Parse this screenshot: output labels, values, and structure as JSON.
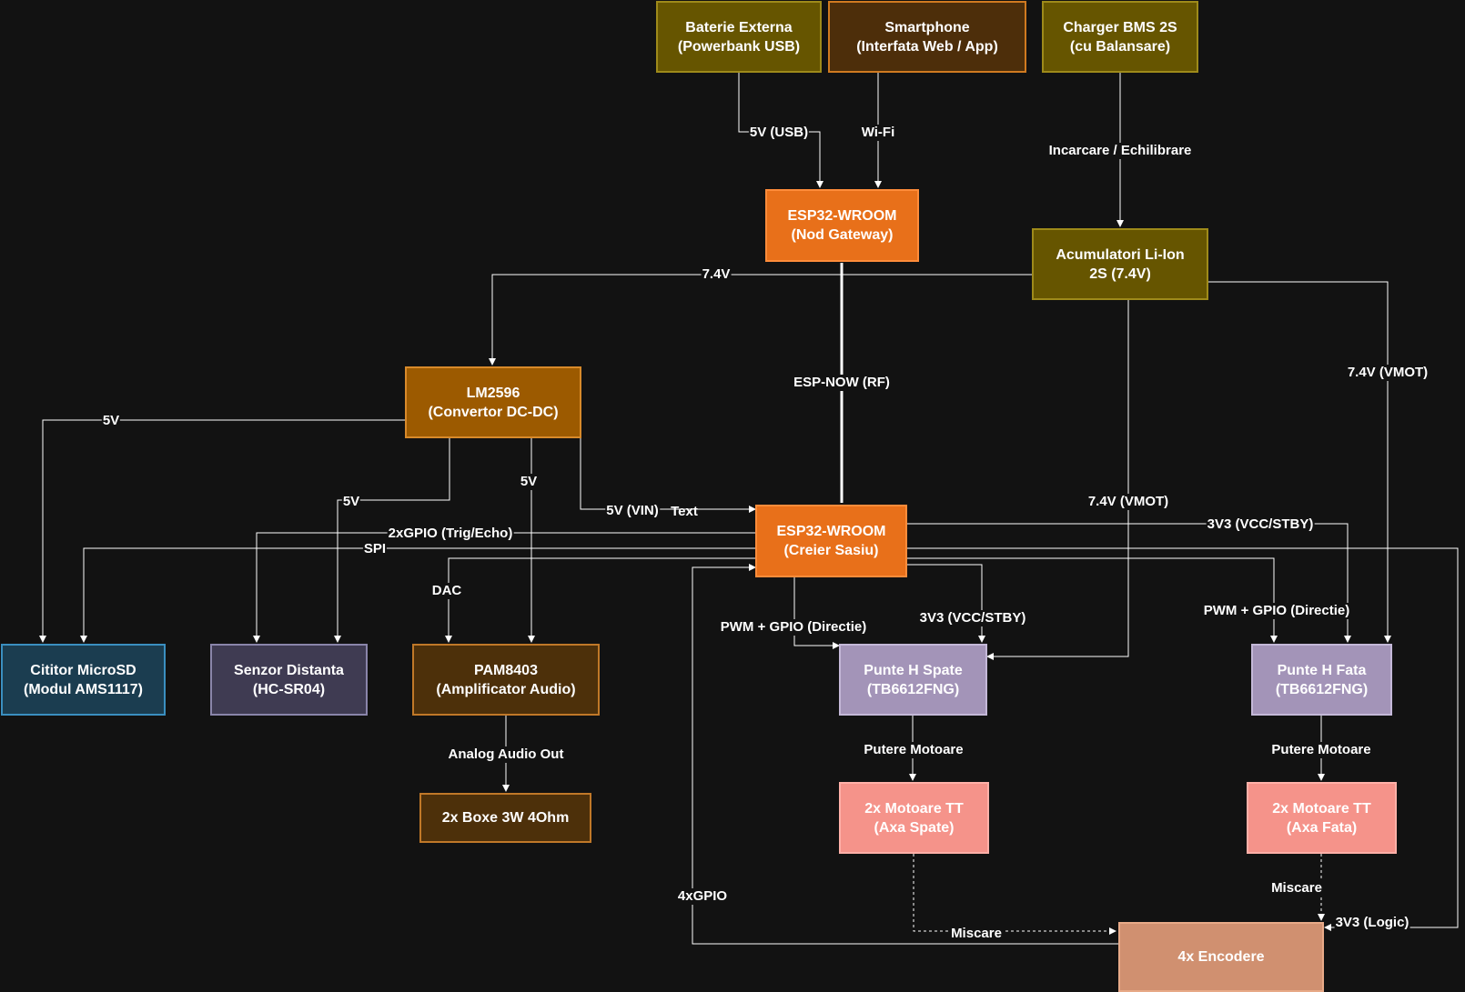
{
  "colors": {
    "background": "#121212",
    "wire": "#ffffff",
    "power_box": "#665500",
    "smartphone_box": "#4d2e0a",
    "esp32_box": "#e8701a",
    "lm2596_box": "#9c5a00",
    "pam_box": "#4d300a",
    "microsd_box": "#1b3d50",
    "sensor_box": "#3f3b52",
    "hbridge_box": "#a394b8",
    "motor_box": "#f5938a",
    "encoder_box": "#d09070"
  },
  "nodes": {
    "powerbank": {
      "label": "Baterie Externa\n(Powerbank USB)"
    },
    "smartphone": {
      "label": "Smartphone\n(Interfata Web / App)"
    },
    "charger": {
      "label": "Charger BMS 2S\n(cu Balansare)"
    },
    "esp_gateway": {
      "label": "ESP32-WROOM\n(Nod Gateway)"
    },
    "battery": {
      "label": "Acumulatori Li-Ion\n2S (7.4V)"
    },
    "lm2596": {
      "label": "LM2596\n(Convertor DC-DC)"
    },
    "esp_chassis": {
      "label": "ESP32-WROOM\n(Creier Sasiu)"
    },
    "microsd": {
      "label": "Cititor MicroSD\n(Modul AMS1117)"
    },
    "sensor": {
      "label": "Senzor Distanta\n(HC-SR04)"
    },
    "pam8403": {
      "label": "PAM8403\n(Amplificator Audio)"
    },
    "speakers": {
      "label": "2x Boxe 3W 4Ohm"
    },
    "hbridge_rear": {
      "label": "Punte H Spate\n(TB6612FNG)"
    },
    "hbridge_front": {
      "label": "Punte H Fata\n(TB6612FNG)"
    },
    "motors_rear": {
      "label": "2x Motoare TT\n(Axa Spate)"
    },
    "motors_front": {
      "label": "2x Motoare TT\n(Axa Fata)"
    },
    "encoders": {
      "label": "4x Encodere"
    }
  },
  "edges": {
    "usb_5v": "5V (USB)",
    "wifi": "Wi-Fi",
    "charging": "Incarcare / Echilibrare",
    "bat_to_lm": "7.4V",
    "esp_now": "ESP-NOW (RF)",
    "vmot_front": "7.4V (VMOT)",
    "vmot_rear": "7.4V (VMOT)",
    "lm_to_sd": "5V",
    "lm_to_sensor": "5V",
    "lm_to_pam": "5V",
    "lm_to_esp": "5V (VIN)",
    "text_label": "Text",
    "gpio_trig": "2xGPIO (Trig/Echo)",
    "spi": "SPI",
    "dac": "DAC",
    "vcc_front": "3V3 (VCC/STBY)",
    "vcc_rear": "3V3 (VCC/STBY)",
    "pwm_rear": "PWM + GPIO (Directie)",
    "pwm_front": "PWM + GPIO (Directie)",
    "audio_out": "Analog Audio Out",
    "power_rear": "Putere Motoare",
    "power_front": "Putere Motoare",
    "move_front": "Miscare",
    "move_rear": "Miscare",
    "gpio4": "4xGPIO",
    "logic_3v3": "3V3 (Logic)"
  }
}
